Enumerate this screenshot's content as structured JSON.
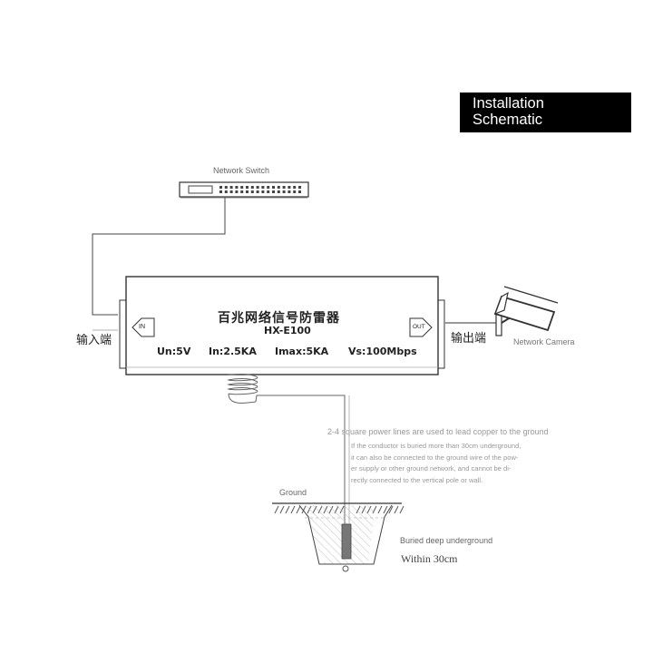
{
  "title": {
    "line1": "Installation",
    "line2": "Schematic"
  },
  "switch": {
    "label": "Network Switch"
  },
  "camera": {
    "label": "Network Camera"
  },
  "device": {
    "name_cn": "百兆网络信号防雷器",
    "model": "HX-E100",
    "in_port": "IN",
    "out_port": "OUT",
    "specs": [
      "Un:5V",
      "In:2.5KA",
      "Imax:5KA",
      "Vs:100Mbps"
    ]
  },
  "input_label": "输入端",
  "output_label": "输出端",
  "ground_note": {
    "heading": "2-4 square power lines are used to lead copper to the ground",
    "lines": [
      "If the conductor is buried more than 30cm underground,",
      "it can also be connected to the ground wire of the pow-",
      "er supply or other ground network, and cannot be di-",
      "rectly connected to the vertical pole or wall."
    ]
  },
  "ground": {
    "label": "Ground",
    "buried_label": "Buried deep underground",
    "depth_label": "Within 30cm"
  }
}
